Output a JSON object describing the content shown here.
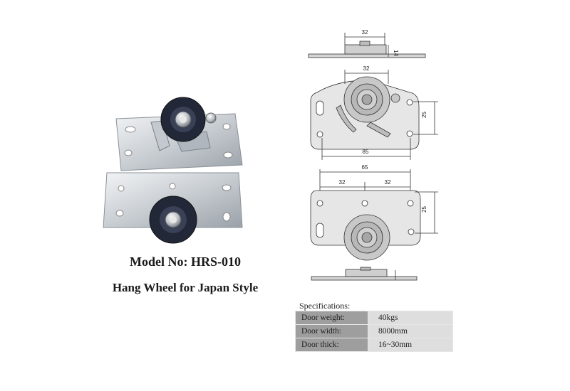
{
  "product": {
    "model": "Model No: HRS-010",
    "subtitle": "Hang Wheel for Japan Style"
  },
  "specifications": {
    "heading": "Specifications:",
    "rows": [
      {
        "label": "Door weight:",
        "value": "40kgs"
      },
      {
        "label": "Door width:",
        "value": "8000mm"
      },
      {
        "label": "Door thick:",
        "value": "16~30mm"
      }
    ]
  },
  "dimensions": {
    "top_width": "32",
    "top_height": "14",
    "view1_wheel": "32",
    "view1_height": "25",
    "view1_width": "85",
    "view2_total": "65",
    "view2_left": "32",
    "view2_right": "32",
    "view2_height": "25"
  }
}
